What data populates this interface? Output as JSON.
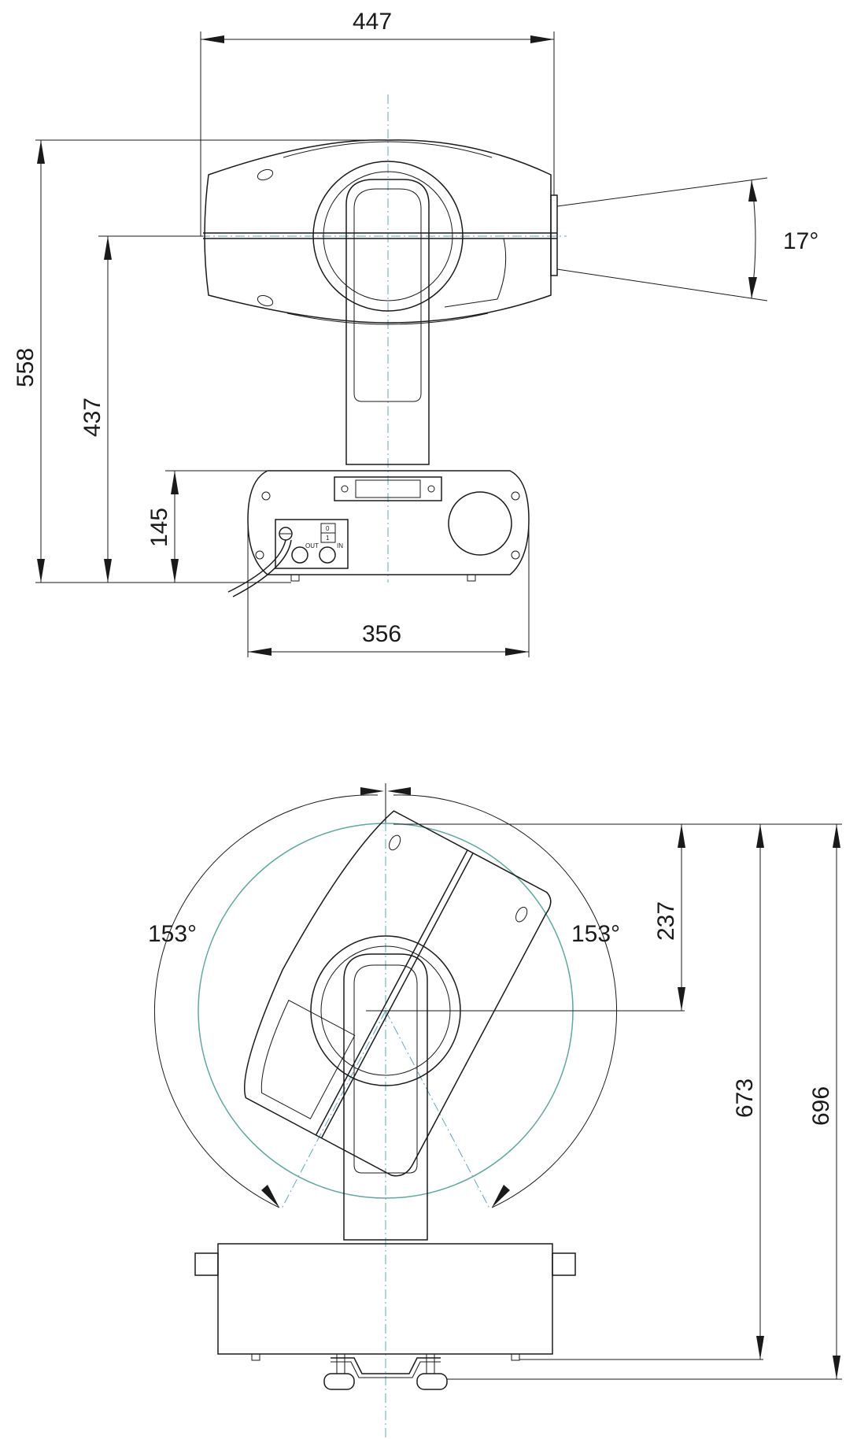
{
  "top_view": {
    "width_total": "447",
    "height_total": "558",
    "height_axis": "437",
    "height_base": "145",
    "base_width": "356",
    "beam_angle": "17°",
    "panel": {
      "switch_off": "0",
      "switch_on": "1",
      "out_label": "OUT",
      "in_label": "IN"
    }
  },
  "side_view": {
    "tilt_left": "153°",
    "tilt_right": "153°",
    "axis_height": "237",
    "height_673": "673",
    "height_696": "696"
  },
  "colors": {
    "line": "#1a1a1a",
    "centerline": "#5fa8b8",
    "rotation_circle": "#5fa8a0"
  }
}
